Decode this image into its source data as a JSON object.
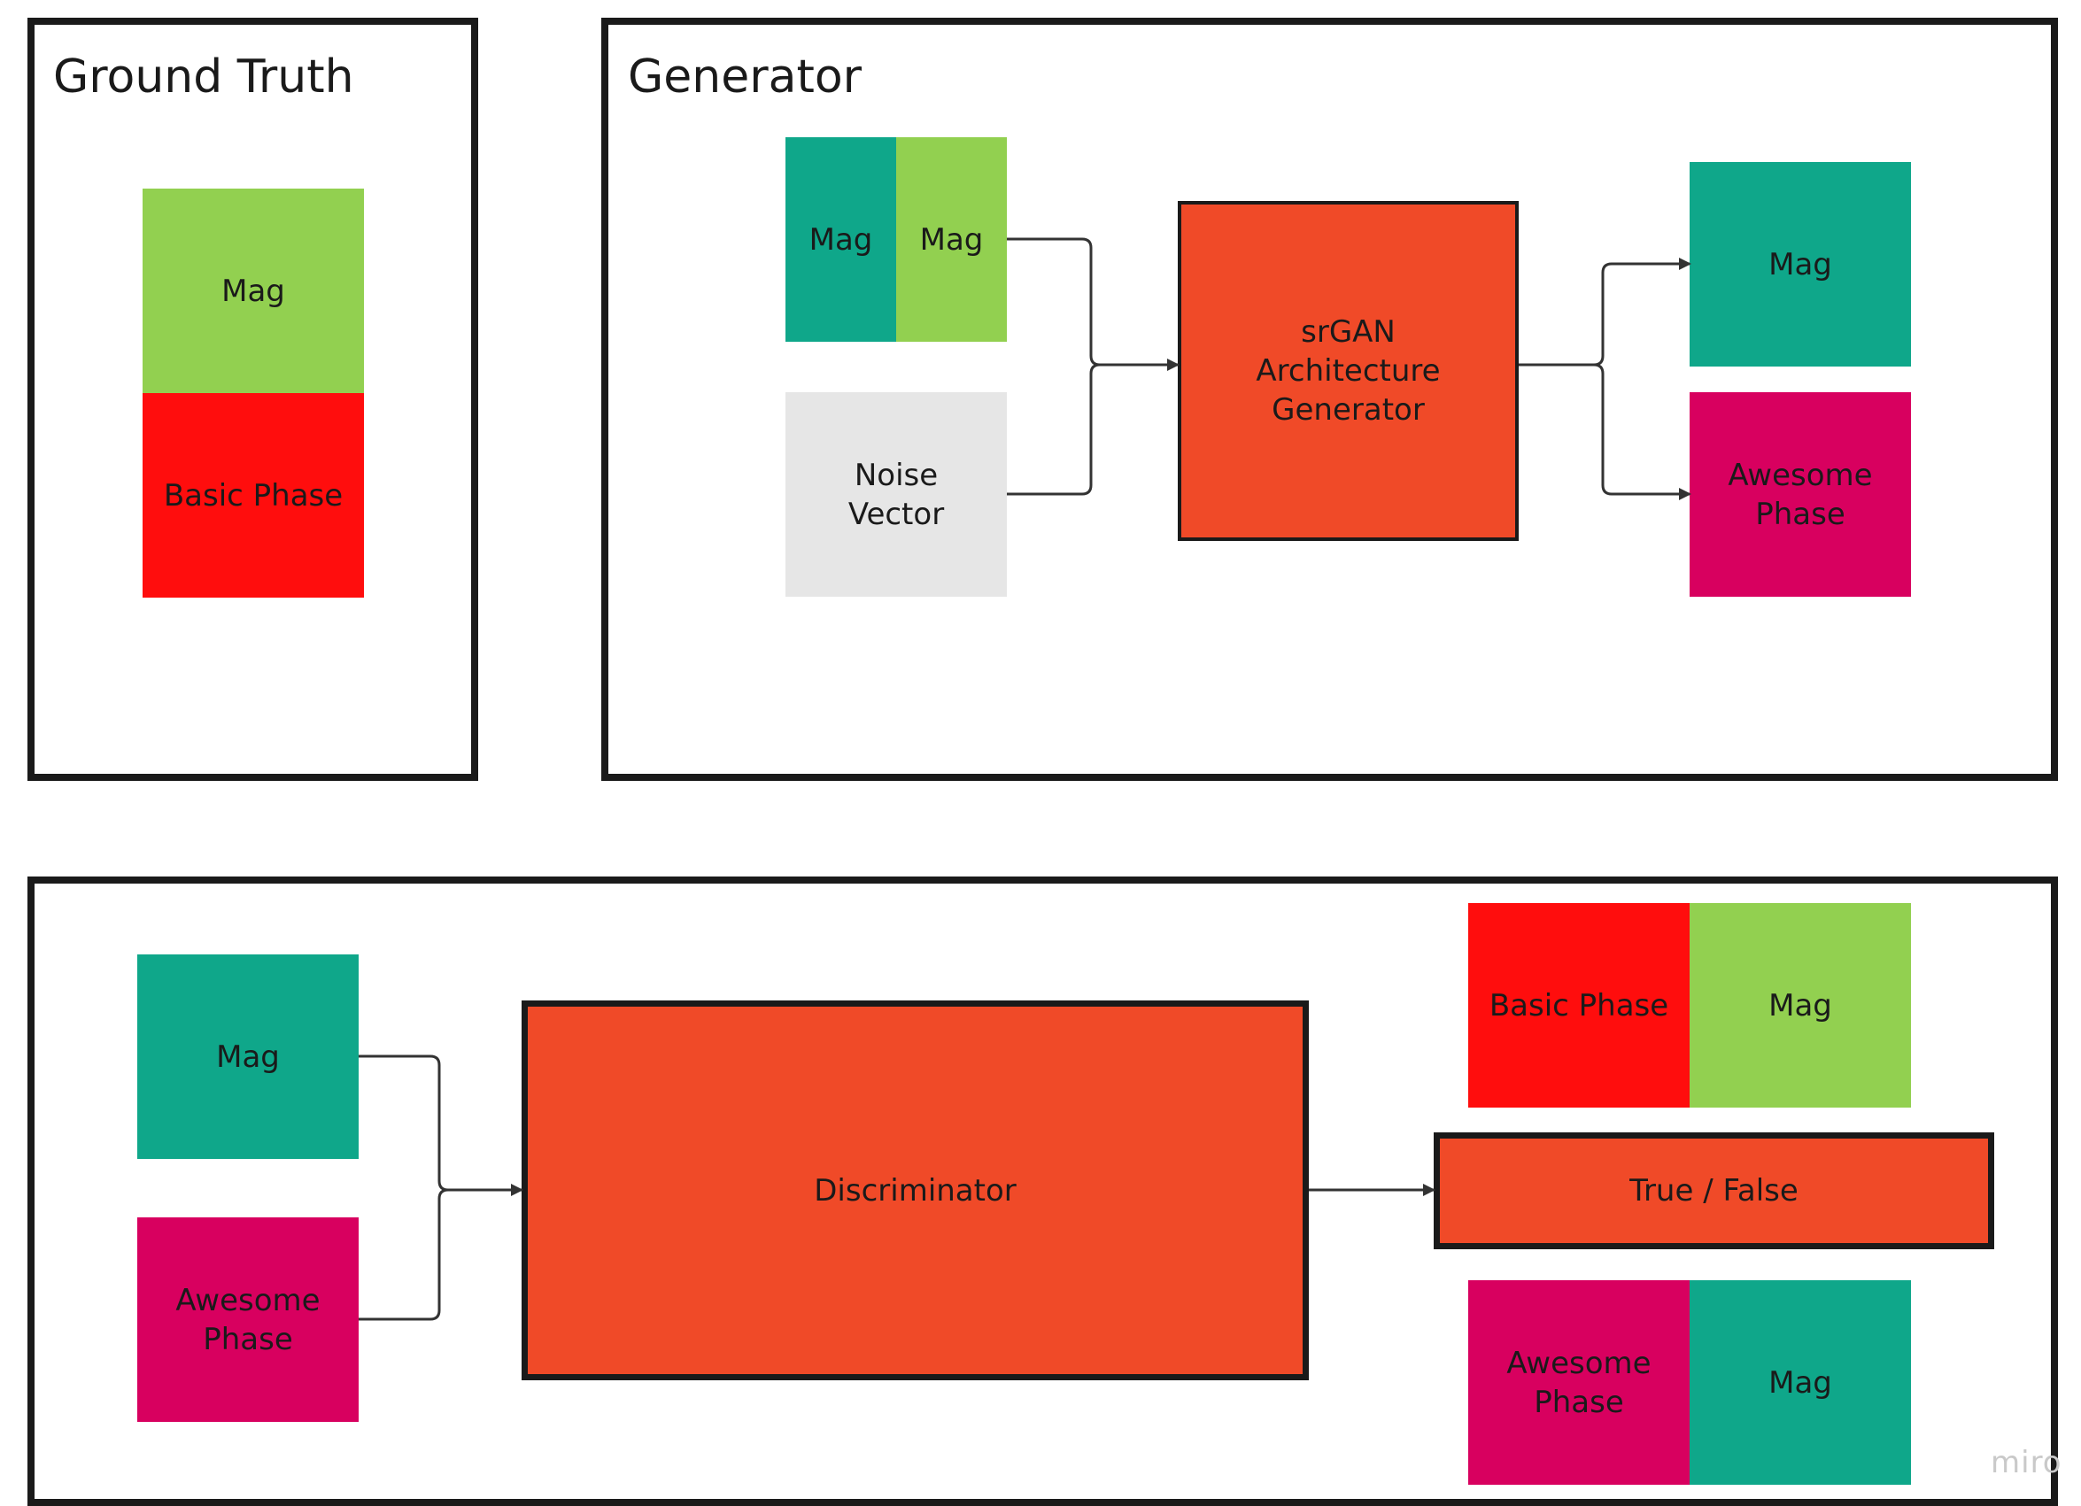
{
  "colors": {
    "green": "#92d050",
    "teal": "#0fa78a",
    "red": "#ff0d0d",
    "orange": "#f04a28",
    "magenta": "#d8005f",
    "gray": "#e6e6e6",
    "line": "#333333"
  },
  "ground_truth": {
    "title": "Ground Truth",
    "mag": "Mag",
    "phase": "Basic Phase"
  },
  "generator": {
    "title": "Generator",
    "input_mag_1": "Mag",
    "input_mag_2": "Mag",
    "noise": "Noise\nVector",
    "core": "srGAN\nArchitecture\nGenerator",
    "output_mag": "Mag",
    "output_phase": "Awesome\nPhase"
  },
  "discriminator": {
    "input_mag": "Mag",
    "input_phase": "Awesome\nPhase",
    "core": "Discriminator",
    "output": "True / False",
    "real_pair_phase": "Basic Phase",
    "real_pair_mag": "Mag",
    "fake_pair_phase": "Awesome\nPhase",
    "fake_pair_mag": "Mag"
  },
  "watermark": "miro"
}
